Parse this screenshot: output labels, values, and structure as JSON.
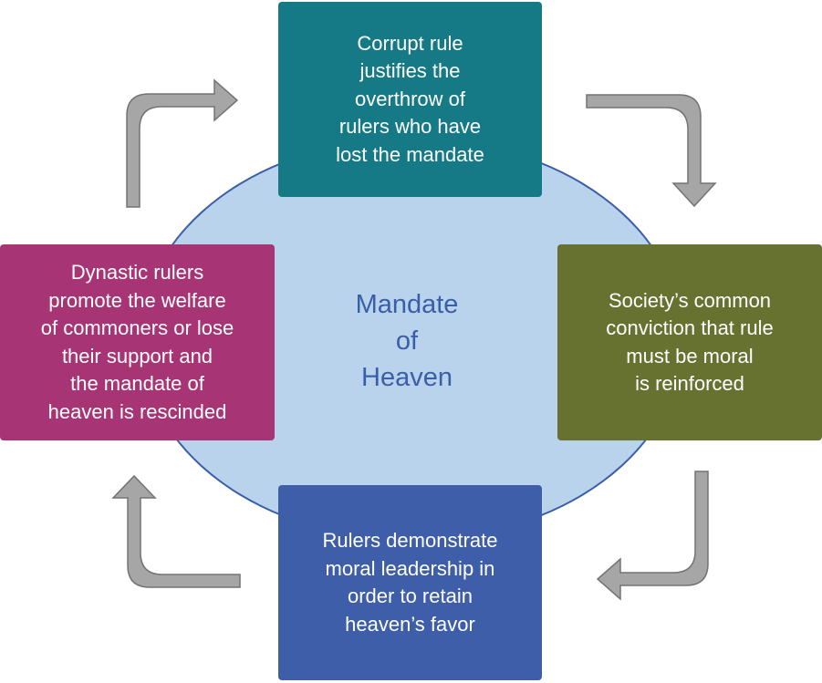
{
  "center": {
    "title": "Mandate\nof\nHeaven",
    "color": "#3a5ea8",
    "fill": "#b9d3ec"
  },
  "nodes": [
    {
      "id": "top",
      "text": "Corrupt rule\njustifies the\noverthrow of\nrulers who have\nlost the mandate",
      "color": "#167a86"
    },
    {
      "id": "right",
      "text": "Society’s common\nconviction that rule\nmust be moral\n is reinforced",
      "color": "#677231"
    },
    {
      "id": "bottom",
      "text": "Rulers demonstrate\nmoral leadership in\norder to retain\nheaven’s favor",
      "color": "#3f5ea9"
    },
    {
      "id": "left",
      "text": "Dynastic rulers\npromote the welfare\nof commoners or lose\ntheir support and\nthe mandate of\nheaven is rescinded",
      "color": "#a73575"
    }
  ],
  "arrows": [
    {
      "from": "left",
      "to": "top",
      "direction": "clockwise"
    },
    {
      "from": "top",
      "to": "right",
      "direction": "clockwise"
    },
    {
      "from": "right",
      "to": "bottom",
      "direction": "clockwise"
    },
    {
      "from": "bottom",
      "to": "left",
      "direction": "clockwise"
    }
  ],
  "arrow_color": "#a6a6a6"
}
